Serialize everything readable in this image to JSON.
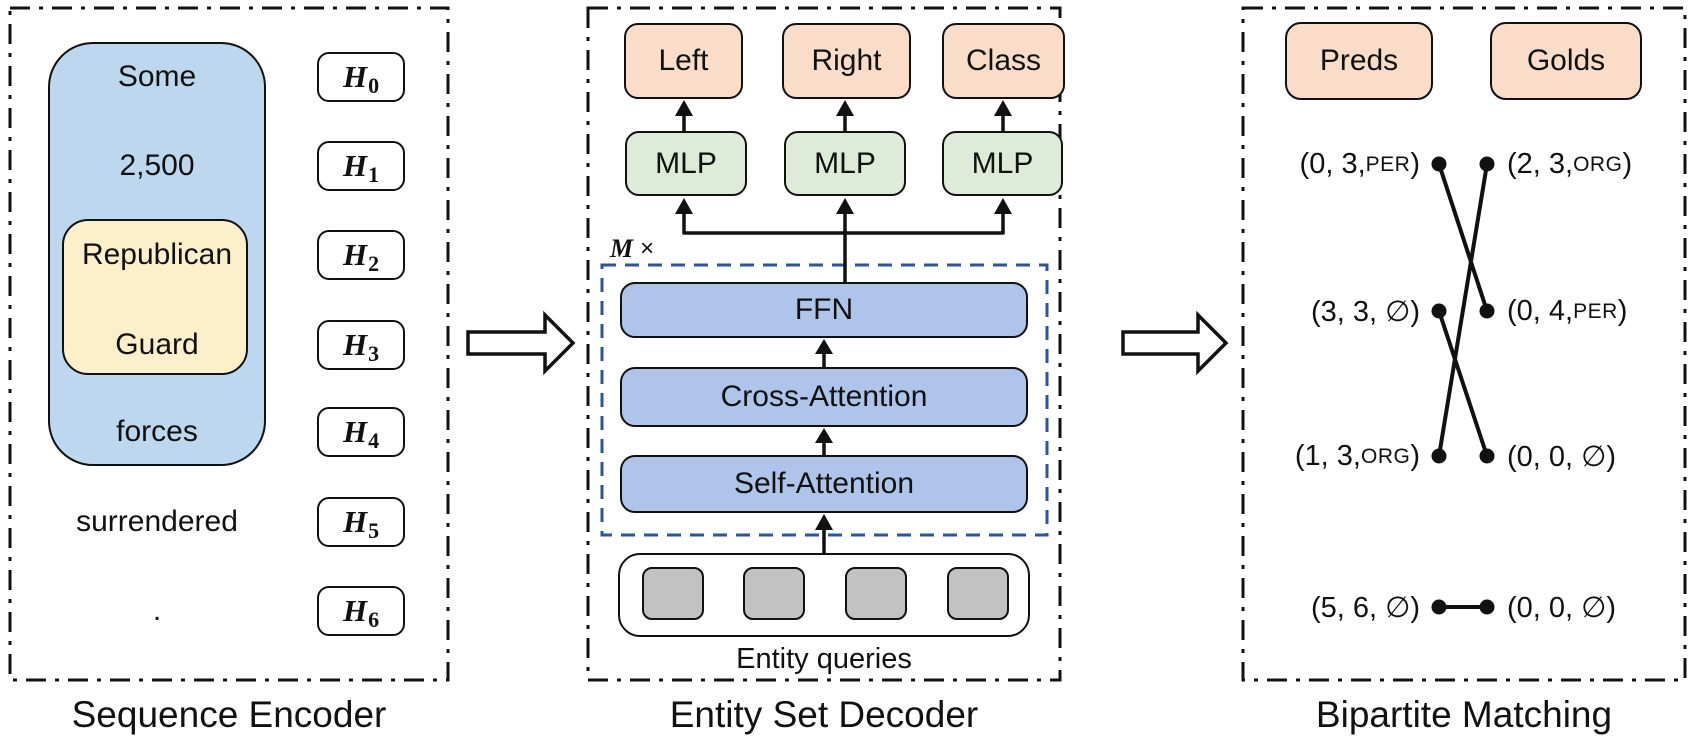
{
  "encoder": {
    "caption": "Sequence Encoder",
    "tokens": [
      "Some",
      "2,500",
      "Republican",
      "Guard",
      "forces",
      "surrendered",
      "."
    ],
    "h": [
      {
        "base": "H",
        "sub": "0"
      },
      {
        "base": "H",
        "sub": "1"
      },
      {
        "base": "H",
        "sub": "2"
      },
      {
        "base": "H",
        "sub": "3"
      },
      {
        "base": "H",
        "sub": "4"
      },
      {
        "base": "H",
        "sub": "5"
      },
      {
        "base": "H",
        "sub": "6"
      }
    ]
  },
  "decoder": {
    "caption": "Entity Set Decoder",
    "outputs": [
      "Left",
      "Right",
      "Class"
    ],
    "mlps": [
      "MLP",
      "MLP",
      "MLP"
    ],
    "repeat_m": "M",
    "repeat_x": "×",
    "layers": [
      "FFN",
      "Cross-Attention",
      "Self-Attention"
    ],
    "queries_label": "Entity queries"
  },
  "matching": {
    "caption": "Bipartite Matching",
    "preds_header": "Preds",
    "golds_header": "Golds",
    "rows": [
      {
        "pred": {
          "pre": "(0, 3, ",
          "tag": "PER",
          "post": ")"
        },
        "gold": {
          "pre": "(2, 3, ",
          "tag": "ORG",
          "post": ")"
        }
      },
      {
        "pred": {
          "pre": "(3, 3, ∅)",
          "tag": "",
          "post": ""
        },
        "gold": {
          "pre": "(0, 4, ",
          "tag": "PER",
          "post": ")"
        }
      },
      {
        "pred": {
          "pre": "(1, 3, ",
          "tag": "ORG",
          "post": ")"
        },
        "gold": {
          "pre": "(0, 0, ∅)",
          "tag": "",
          "post": ""
        }
      },
      {
        "pred": {
          "pre": "(5, 6, ∅)",
          "tag": "",
          "post": ""
        },
        "gold": {
          "pre": "(0, 0, ∅)",
          "tag": "",
          "post": ""
        }
      }
    ],
    "edges": [
      {
        "from": "pred-0",
        "to": "gold-1"
      },
      {
        "from": "gold-0",
        "to": "pred-2"
      },
      {
        "from": "pred-1",
        "to": "gold-2"
      },
      {
        "from": "pred-3",
        "to": "gold-3"
      }
    ]
  },
  "colors": {
    "peach": "#FADDC9",
    "green": "#DEEBD8",
    "layer_blue": "#AFC4E9",
    "span_blue": "#BDD7EE",
    "span_yellow": "#FCF0CB",
    "query_gray": "#C2C2C2",
    "dashed_blue": "#2E5597",
    "ink": "#111111"
  }
}
